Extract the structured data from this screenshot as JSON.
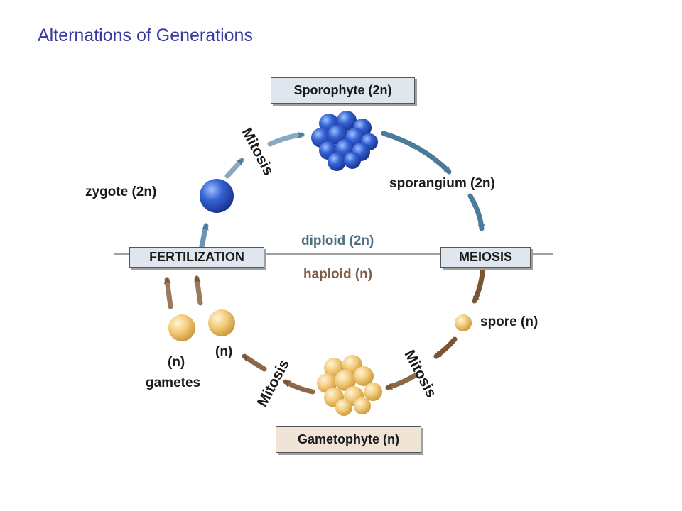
{
  "title": "Alternations of Generations",
  "sporophyte": "Sporophyte (2n)",
  "gametophyte": "Gametophyte (n)",
  "fertilization": "FERTILIZATION",
  "meiosis": "MEIOSIS",
  "zygote": "zygote (2n)",
  "sporangium": "sporangium (2n)",
  "spore": "spore (n)",
  "diploid": "diploid (2n)",
  "haploid": "haploid (n)",
  "mitosis_top": "Mitosis",
  "mitosis_right": "Mitosis",
  "mitosis_bottom": "Mitosis",
  "gamete_n_right": "(n)",
  "gamete_n_left": "(n)",
  "gametes": "gametes",
  "colors": {
    "title": "#3a3a9e",
    "diploid_text": "#4f6f82",
    "haploid_text": "#7d5d45",
    "diploid_arrow": "#4b7a9a",
    "haploid_arrow": "#7a5535",
    "blue_cell": "#2e5cc4",
    "tan_cell": "#f0c064"
  }
}
